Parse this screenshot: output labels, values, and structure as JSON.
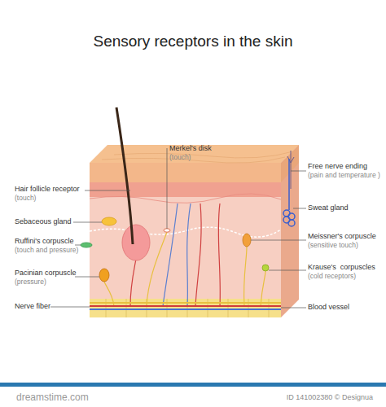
{
  "diagram": {
    "title": "Sensory receptors in the skin",
    "labels": [
      "Merkel's disk",
      "(touch)",
      "Hair follicle receptor",
      "(touch)",
      "Sebaceous gland",
      "Ruffini's corpuscle",
      "(touch and pressure)",
      "Pacinian corpuscle",
      "(pressure)",
      "Nerve fiber",
      "Free nerve ending",
      "(pain and temperature )",
      "Sweat gland",
      "Meissner's corpuscle",
      "(sensitive touch)",
      "Krause's  corpuscles",
      "(cold receptors)",
      "Blood vessel",
      "dreamstime.com",
      "ID 141002380 © Designua"
    ]
  }
}
